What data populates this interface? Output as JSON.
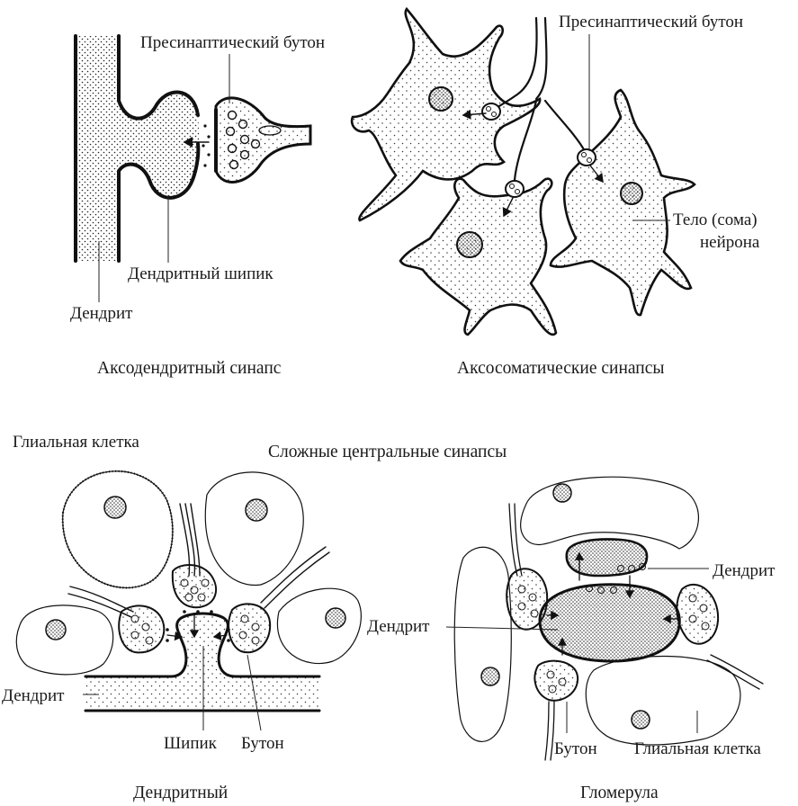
{
  "panels": {
    "axodendritic": {
      "label_presynaptic": "Пресинаптический бутон",
      "label_spine": "Дендритный  шипик",
      "label_dendrite": "Дендрит",
      "caption": "Аксодендритный синапс"
    },
    "axosomatic": {
      "label_presynaptic": "Пресинаптический бутон",
      "label_soma_line1": "Тело (сома)",
      "label_soma_line2": "нейрона",
      "caption": "Аксосоматические синапсы"
    },
    "complex": {
      "title": "Сложные центральные  синапсы"
    },
    "dendritic_complex": {
      "label_glial": "Глиальная клетка",
      "label_dendrite": "Дендрит",
      "label_spine": "Шипик",
      "label_bouton": "Бутон",
      "caption": "Дендритный"
    },
    "glomerulus": {
      "label_dendrite_top": "Дендрит",
      "label_dendrite_left": "Дендрит",
      "label_bouton": "Бутон",
      "label_glial": "Глиальная клетка",
      "caption": "Гломерула"
    }
  },
  "colors": {
    "ink": "#111111",
    "background": "#ffffff"
  }
}
